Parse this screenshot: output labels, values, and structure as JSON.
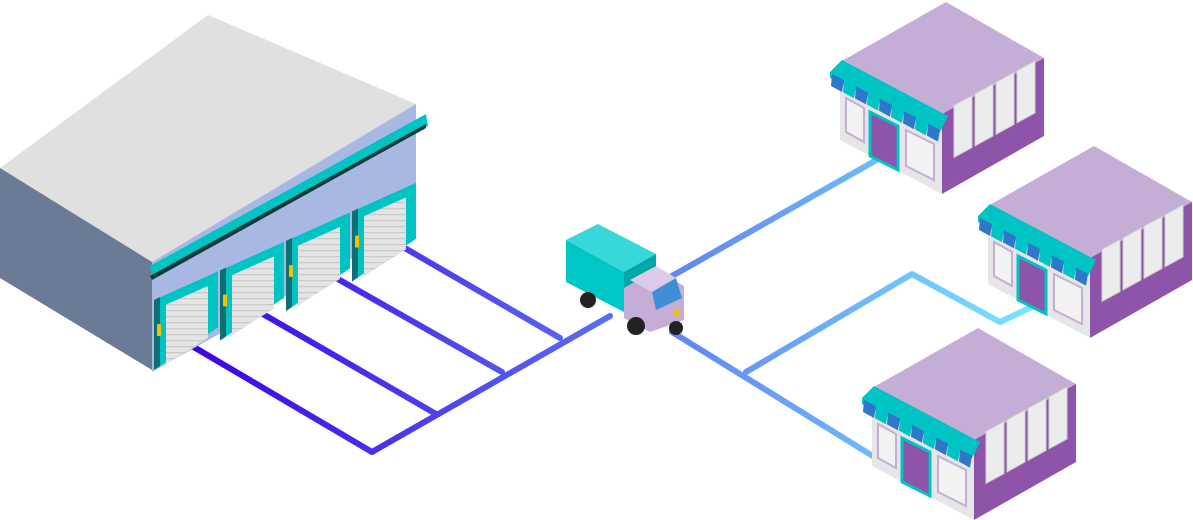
{
  "scene": {
    "background": "#ffffff",
    "nodes": [
      {
        "id": "warehouse",
        "kind": "warehouse",
        "icon": "warehouse-icon",
        "loading_docks": 4
      },
      {
        "id": "truck",
        "kind": "delivery-truck",
        "icon": "truck-icon"
      },
      {
        "id": "store-1",
        "kind": "store",
        "icon": "storefront-icon"
      },
      {
        "id": "store-2",
        "kind": "store",
        "icon": "storefront-icon"
      },
      {
        "id": "store-3",
        "kind": "store",
        "icon": "storefront-icon"
      }
    ],
    "edges": [
      {
        "from": "warehouse",
        "to": "truck",
        "style": "inbound-route",
        "count": 4
      },
      {
        "from": "truck",
        "to": "store-1",
        "style": "outbound-route"
      },
      {
        "from": "truck",
        "to": "store-2",
        "style": "outbound-route"
      },
      {
        "from": "truck",
        "to": "store-3",
        "style": "outbound-route"
      }
    ]
  },
  "colors": {
    "inbound_start": "#3b00e6",
    "inbound_end": "#5a6cf0",
    "outbound_start": "#5f7cf2",
    "outbound_end": "#7ae6ff",
    "warehouse_roof": "#e0e0e0",
    "warehouse_side": "#6b7b96",
    "warehouse_front": "#a9b8e3",
    "accent_teal": "#00c4c4",
    "dock_door": "#e4e4e4",
    "dock_light": "#f2c200",
    "store_roof": "#c5aed6",
    "store_wall": "#8e54aa",
    "store_front": "#e6e6e6",
    "awning_blue": "#2f77c8",
    "truck_cargo": "#00c6c6",
    "truck_cab": "#c5aed6",
    "truck_window": "#3e8fd8",
    "wheel": "#222222"
  }
}
